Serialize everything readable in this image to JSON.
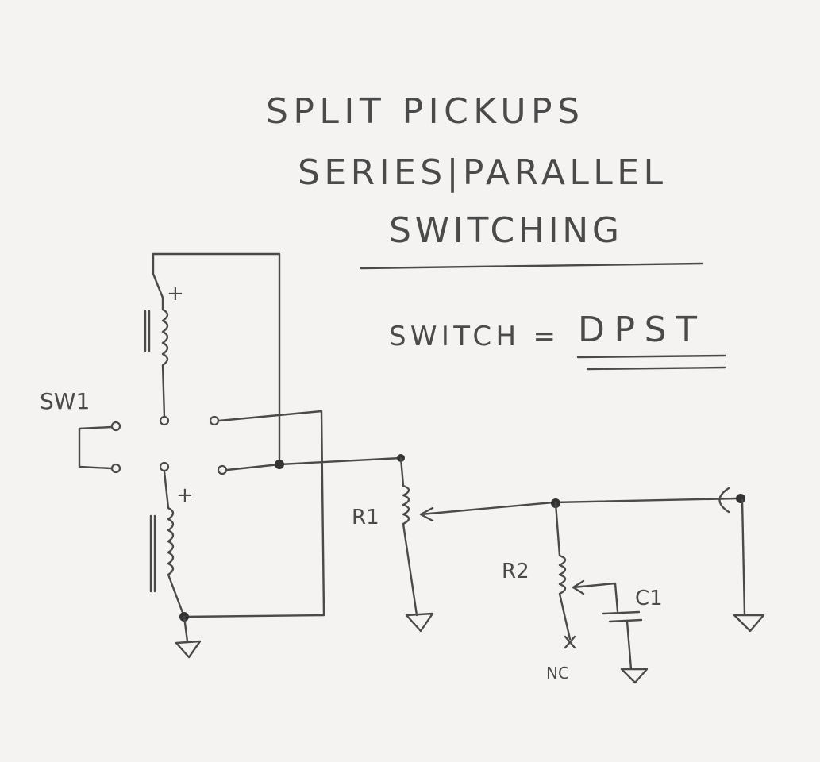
{
  "title": {
    "line1": "SPLIT PICKUPS",
    "line2": "SERIES|PARALLEL",
    "line3": "SWITCHING"
  },
  "switch_note": {
    "label": "SWITCH =",
    "value": "DPST"
  },
  "components": {
    "sw1": "SW1",
    "r1": "R1",
    "r2": "R2",
    "c1": "C1",
    "nc": "NC",
    "coil_top_polarity": "+",
    "coil_bottom_polarity": "+"
  },
  "colors": {
    "ink": "#4a4a4a",
    "paper": "#f4f3f1"
  }
}
